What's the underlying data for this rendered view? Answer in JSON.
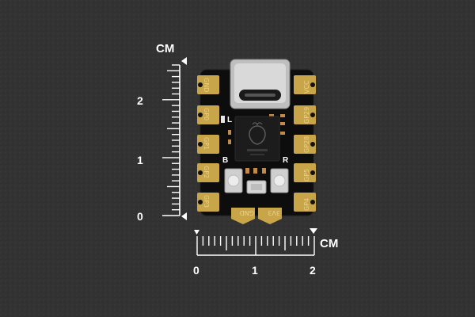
{
  "ruler": {
    "unit": "CM",
    "vertical_ticks": [
      "2",
      "1",
      "0"
    ],
    "horizontal_ticks": [
      "0",
      "1",
      "2"
    ]
  },
  "board": {
    "left_pins": [
      "GND",
      "GP0",
      "GP1",
      "GP2",
      "GP3"
    ],
    "right_pins": [
      "VCC",
      "GP29",
      "GP28",
      "GP5",
      "GP4"
    ],
    "bottom_pins": [
      "GND",
      "3V3"
    ],
    "button_labels": [
      "B",
      "R"
    ],
    "led_label": "L"
  },
  "colors": {
    "background": "#333333",
    "pcb": "#0d0d0d",
    "gold": "#c9a54a",
    "ruler": "#ffffff"
  }
}
